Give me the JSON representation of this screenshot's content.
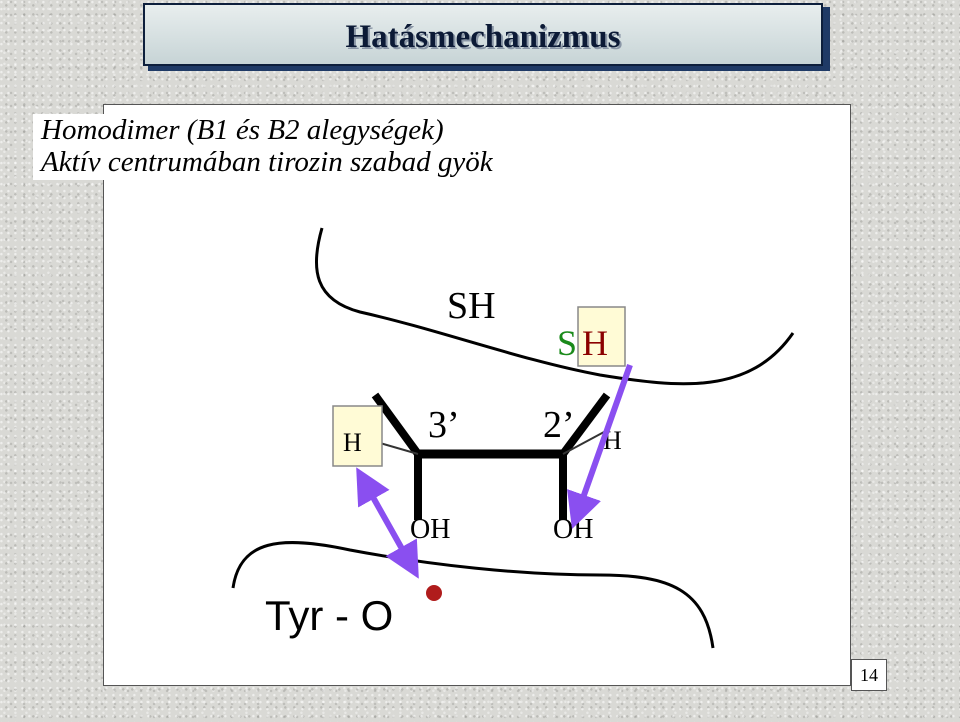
{
  "title": "Hatásmechanizmus",
  "subtitle_lines": [
    "Homodimer (B1 és B2 alegységek)",
    "Aktív centrumában tirozin szabad gyök"
  ],
  "diagram": {
    "sh_top": "SH",
    "sh_boxed_s": "S",
    "sh_boxed_h": "H",
    "h_left": "H",
    "h_right": "H",
    "label_3prime": "3’",
    "label_2prime": "2’",
    "oh_left": "OH",
    "oh_right": "OH",
    "tyr_label": "Tyr - O",
    "colors": {
      "arrow": "#8a4ff0",
      "radical_dot": "#b01c1c",
      "s_green": "#1a8a1a",
      "h_red": "#8b0000",
      "box_fill": "#fffbd6"
    }
  },
  "page_number": "14"
}
